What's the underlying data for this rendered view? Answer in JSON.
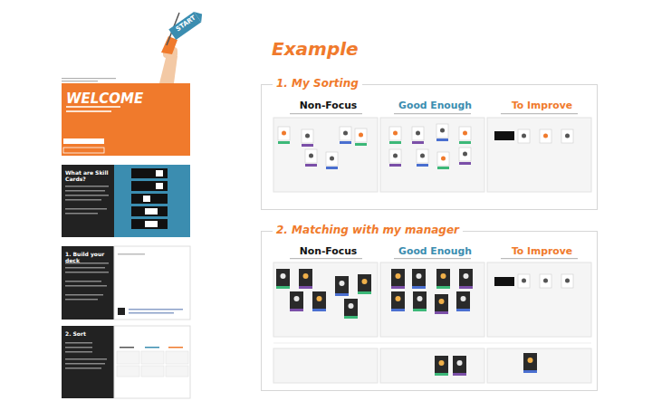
{
  "diagram": {
    "title": "Example",
    "nodes": [
      {
        "text": [
          "WELCOME"
        ]
      },
      {
        "text": [
          "What are Skill Cards?"
        ]
      },
      {
        "text": [
          "1. Build your deck"
        ]
      },
      {
        "text": [
          "2. Sort"
        ]
      },
      {
        "text": [
          "1. My Sorting"
        ]
      },
      {
        "text": [
          "Non-Focus"
        ],
        "in": 4
      },
      {
        "text": [
          "Good Enough"
        ],
        "in": 4
      },
      {
        "text": [
          "To Improve"
        ],
        "in": 4
      },
      {
        "text": [
          "2. Matching with my manager"
        ]
      },
      {
        "text": [
          "Non-Focus"
        ],
        "in": 8
      },
      {
        "text": [
          "Good Enough"
        ],
        "in": 8
      },
      {
        "text": [
          "To Improve"
        ],
        "in": 8
      }
    ],
    "labels": [
      "START"
    ]
  }
}
